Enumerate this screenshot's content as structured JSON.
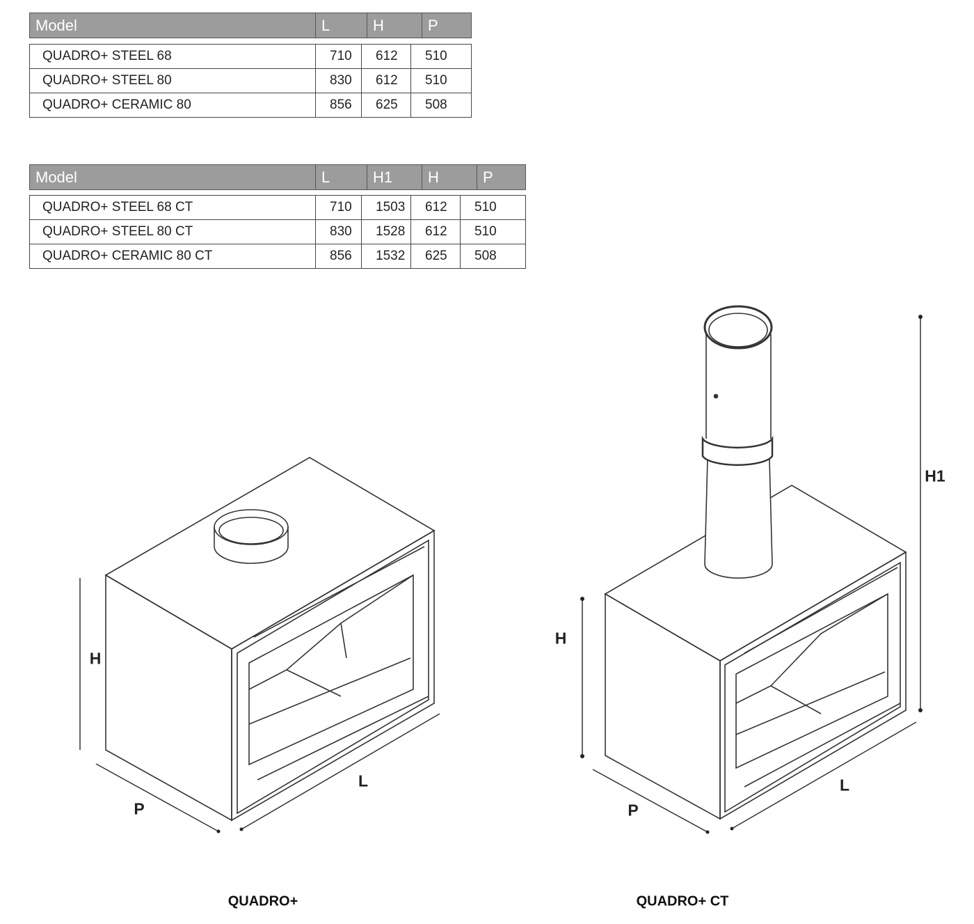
{
  "table1": {
    "headers": [
      "Model",
      "L",
      "H",
      "P"
    ],
    "rows": [
      [
        "QUADRO+ STEEL 68",
        "710",
        "612",
        "510"
      ],
      [
        "QUADRO+  STEEL 80",
        "830",
        "612",
        "510"
      ],
      [
        "QUADRO+  CERAMIC 80",
        "856",
        "625",
        "508"
      ]
    ]
  },
  "table2": {
    "headers": [
      "Model",
      "L",
      "H1",
      "H",
      "P"
    ],
    "rows": [
      [
        "QUADRO+ STEEL 68 CT",
        "710",
        "1503",
        "612",
        "510"
      ],
      [
        "QUADRO+  STEEL 80 CT",
        "830",
        "1528",
        "612",
        "510"
      ],
      [
        "QUADRO+  CERAMIC 80 CT",
        "856",
        "1532",
        "625",
        "508"
      ]
    ]
  },
  "drawing_left": {
    "caption": "QUADRO+",
    "dims": {
      "h": "H",
      "p": "P",
      "l": "L"
    }
  },
  "drawing_right": {
    "caption": "QUADRO+ CT",
    "dims": {
      "h": "H",
      "p": "P",
      "l": "L",
      "h1": "H1"
    }
  }
}
